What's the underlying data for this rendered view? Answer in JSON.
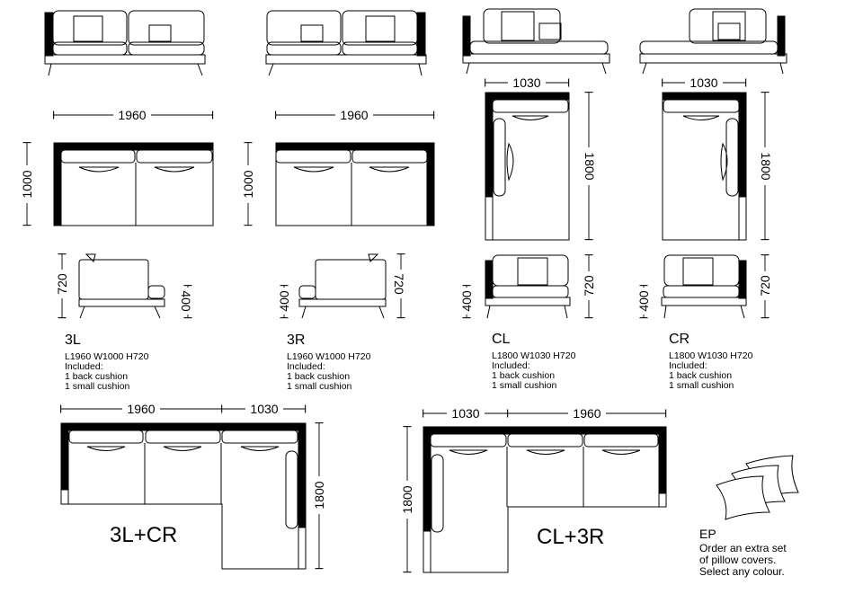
{
  "dimensions": {
    "w1960": "1960",
    "w1030": "1030",
    "d1000": "1000",
    "d1800": "1800",
    "h720": "720",
    "h400": "400"
  },
  "modules": [
    {
      "code": "3L",
      "size": "L1960 W1000 H720",
      "included": "Included:",
      "cushion_back": "1 back cushion",
      "cushion_small": "1 small cushion"
    },
    {
      "code": "3R",
      "size": "L1960 W1000 H720",
      "included": "Included:",
      "cushion_back": "1 back cushion",
      "cushion_small": "1 small cushion"
    },
    {
      "code": "CL",
      "size": "L1800 W1030 H720",
      "included": "Included:",
      "cushion_back": "1 back cushion",
      "cushion_small": "1 small cushion"
    },
    {
      "code": "CR",
      "size": "L1800 W1030 H720",
      "included": "Included:",
      "cushion_back": "1 back cushion",
      "cushion_small": "1 small cushion"
    }
  ],
  "combos": [
    "3L+CR",
    "CL+3R"
  ],
  "extra": {
    "code": "EP",
    "line1": "Order an extra set",
    "line2": "of pillow covers.",
    "line3": "Select any colour."
  }
}
